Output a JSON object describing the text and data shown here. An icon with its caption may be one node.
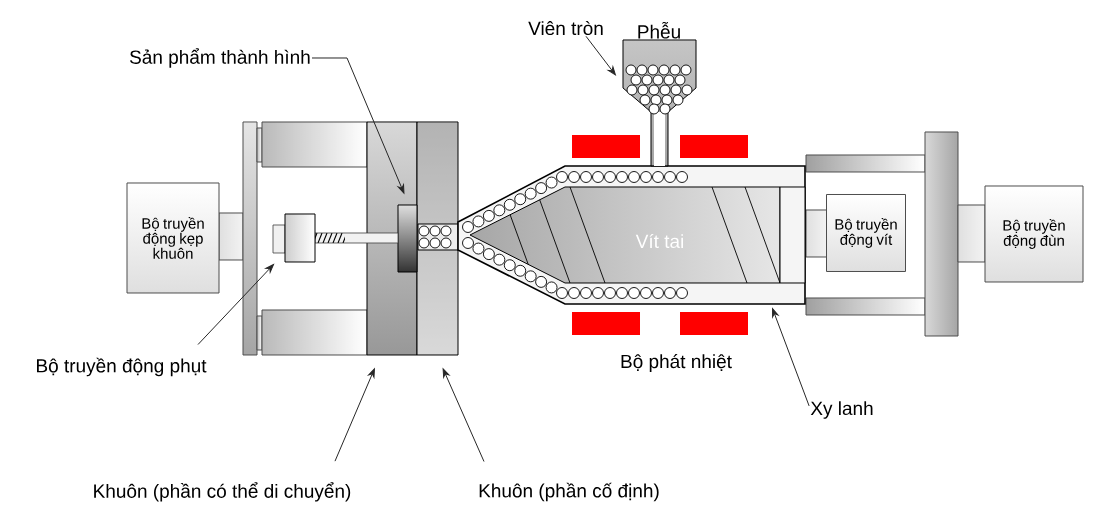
{
  "diagram": {
    "nodes": [
      {
        "text": [
          "Sản phẩm thành hình"
        ]
      },
      {
        "text": [
          "Viên tròn"
        ]
      },
      {
        "text": [
          "Phễu"
        ]
      },
      {
        "text": [
          "Bộ truyền động kẹp khuôn"
        ]
      },
      {
        "text": [
          "Bộ truyền động phụt"
        ]
      },
      {
        "text": [],
        "shape": "cylinder"
      },
      {
        "text": [
          "Vít tai"
        ],
        "in": 5
      },
      {
        "text": [
          "Bộ truyền động vít"
        ]
      },
      {
        "text": [
          "Bộ truyền động đùn"
        ]
      },
      {
        "text": [
          "Xy lanh"
        ]
      },
      {
        "text": [
          "Khuôn (phần có thể di chuyển)"
        ]
      },
      {
        "text": [
          "Khuôn (phần cố định)"
        ]
      },
      {
        "text": [],
        "shape": "bar",
        "in": 14
      },
      {
        "text": [],
        "shape": "box"
      },
      {
        "text": [],
        "shape": "box"
      },
      {
        "text": [],
        "shape": "box"
      }
    ],
    "edges": [
      {
        "from": 0,
        "to": 12,
        "arrow": "to"
      },
      {
        "from": 1,
        "to": 2,
        "arrow": "to"
      },
      {
        "from": 4,
        "to": 13,
        "arrow": "to"
      },
      {
        "from": 9,
        "to": 5,
        "arrow": "to"
      },
      {
        "from": 10,
        "to": 14,
        "arrow": "to"
      },
      {
        "from": 11,
        "to": 15,
        "arrow": "to"
      }
    ],
    "labels": [
      "Bộ phát nhiệt"
    ]
  }
}
